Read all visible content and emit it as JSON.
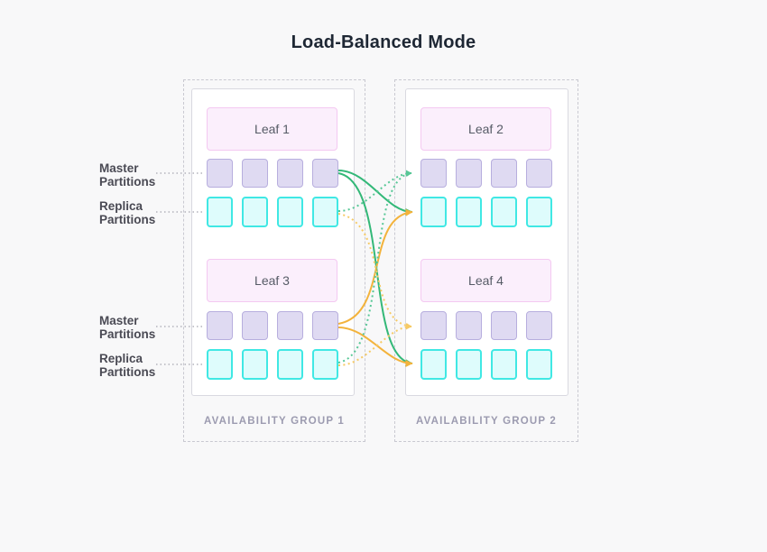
{
  "title": "Load-Balanced Mode",
  "partitions_per_row": 4,
  "row_labels": {
    "master": "Master Partitions",
    "replica": "Replica Partitions"
  },
  "groups": [
    {
      "label": "AVAILABILITY GROUP 1",
      "leaves": [
        {
          "name": "Leaf 1"
        },
        {
          "name": "Leaf 3"
        }
      ]
    },
    {
      "label": "AVAILABILITY GROUP 2",
      "leaves": [
        {
          "name": "Leaf 2"
        },
        {
          "name": "Leaf 4"
        }
      ]
    }
  ],
  "connections": [
    {
      "from": "leaf1-master-partitions",
      "to": "leaf2-replica-partitions",
      "style": "solid",
      "color": "green"
    },
    {
      "from": "leaf1-master-partitions",
      "to": "leaf4-replica-partitions",
      "style": "solid",
      "color": "green"
    },
    {
      "from": "leaf3-master-partitions",
      "to": "leaf2-replica-partitions",
      "style": "solid",
      "color": "orange"
    },
    {
      "from": "leaf3-master-partitions",
      "to": "leaf4-replica-partitions",
      "style": "solid",
      "color": "orange"
    },
    {
      "from": "leaf1-replica-partitions",
      "to": "leaf2-master-partitions",
      "style": "dotted",
      "color": "green"
    },
    {
      "from": "leaf3-replica-partitions",
      "to": "leaf2-master-partitions",
      "style": "dotted",
      "color": "green"
    },
    {
      "from": "leaf1-replica-partitions",
      "to": "leaf4-master-partitions",
      "style": "dotted",
      "color": "orange"
    },
    {
      "from": "leaf3-replica-partitions",
      "to": "leaf4-master-partitions",
      "style": "dotted",
      "color": "orange"
    }
  ],
  "colors": {
    "page-bg": "#f8f8f9",
    "title": "#1e2734",
    "group-border": "#c9c9d1",
    "inner-border": "#d9d9e0",
    "inner-bg": "#ffffff",
    "leaf-bg": "#fbeffc",
    "leaf-border": "#f4c8f1",
    "leaf-text": "#565b66",
    "master-bg": "#dfdaf2",
    "master-border": "#b7aede",
    "replica-bg": "#defcfc",
    "replica-border": "#40e8e4",
    "row-label": "#4a4a54",
    "ag-label": "#9c9bb0",
    "leader": "#b3b3bc",
    "green-solid": "#33b878",
    "green-dotted": "#57c796",
    "orange-solid": "#f3b33c",
    "orange-dotted": "#f6ca64"
  }
}
